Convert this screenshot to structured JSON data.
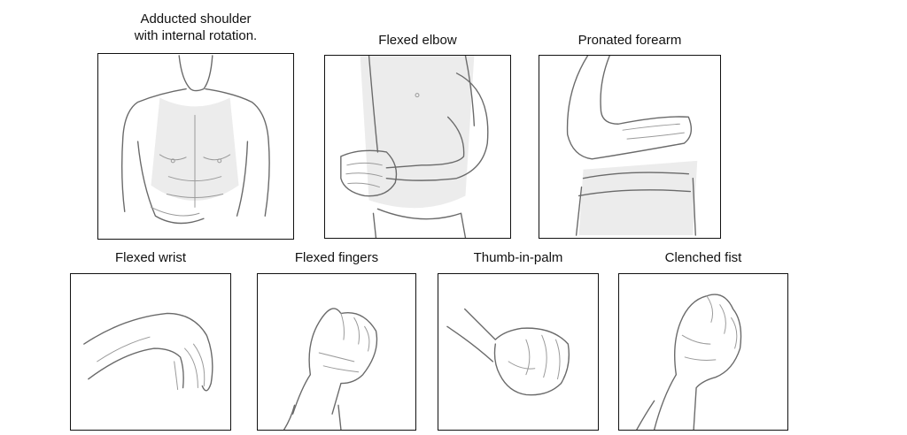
{
  "panels": [
    {
      "id": "adducted-shoulder",
      "caption_line1": "Adducted shoulder",
      "caption_line2": "with internal rotation."
    },
    {
      "id": "flexed-elbow",
      "caption_line1": "Flexed elbow"
    },
    {
      "id": "pronated-forearm",
      "caption_line1": "Pronated forearm"
    },
    {
      "id": "flexed-wrist",
      "caption_line1": "Flexed wrist"
    },
    {
      "id": "flexed-fingers",
      "caption_line1": "Flexed fingers"
    },
    {
      "id": "thumb-in-palm",
      "caption_line1": "Thumb-in-palm"
    },
    {
      "id": "clenched-fist",
      "caption_line1": "Clenched fist"
    }
  ],
  "colors": {
    "frame": "#111111",
    "sketch": "#6a6a6a",
    "caption": "#111111"
  }
}
